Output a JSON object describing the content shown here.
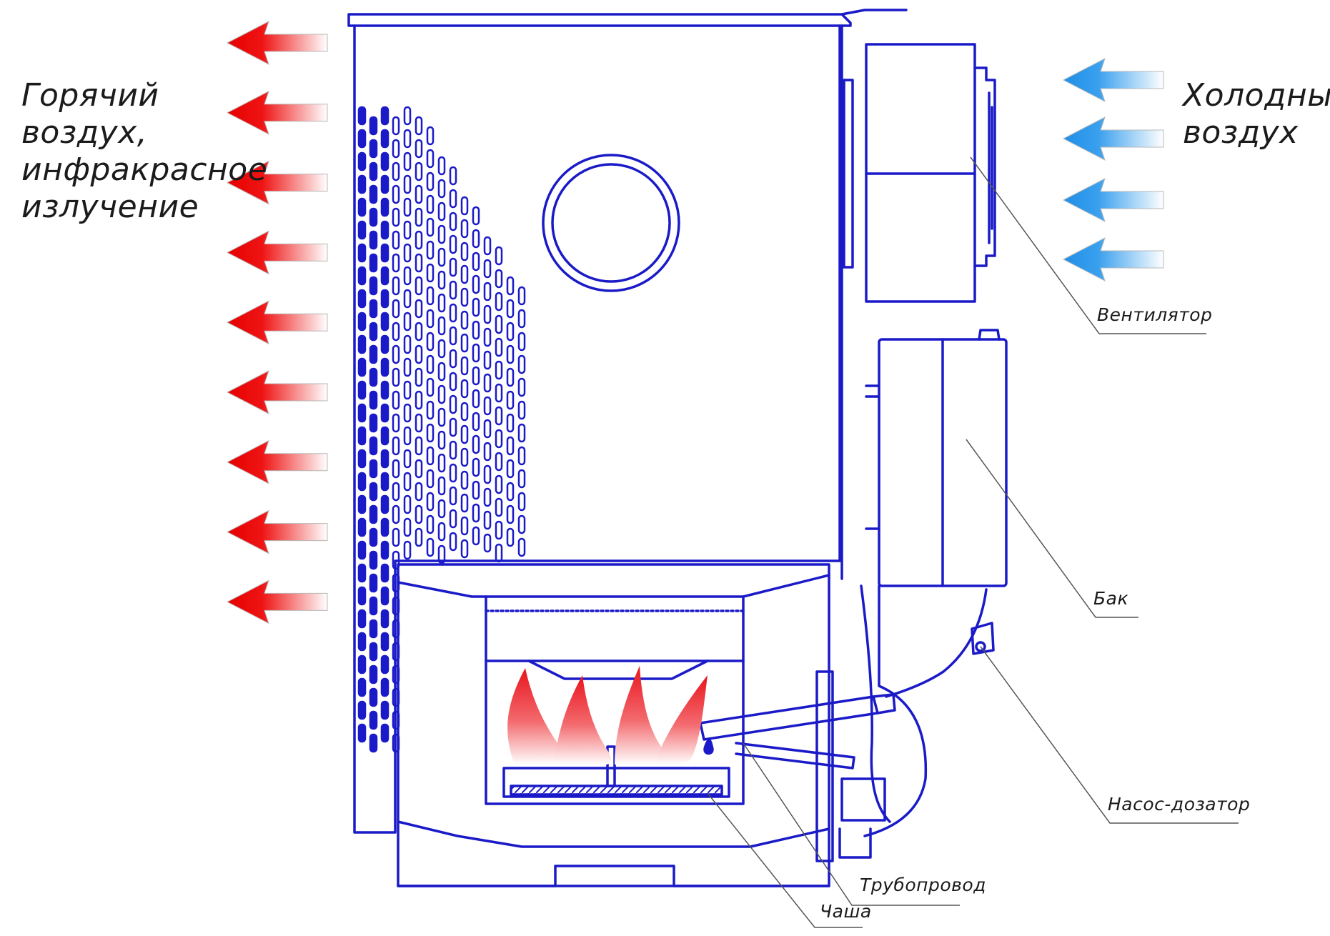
{
  "labels": {
    "hot_air": "Горячий воздух, инфракрасное излучение",
    "cold_air": "Холодный воздух",
    "fan": "Вентилятор",
    "tank": "Бак",
    "pump": "Насос-дозатор",
    "pipeline": "Трубопровод",
    "bowl": "Чаша"
  },
  "colors": {
    "outline": "#1a1ac8",
    "hot_arrow": "#e60000",
    "cold_arrow": "#1f8fe8",
    "flame": "#e8141c",
    "text": "#1b1b1b"
  },
  "arrows": {
    "hot_count": 9,
    "cold_count": 4
  }
}
